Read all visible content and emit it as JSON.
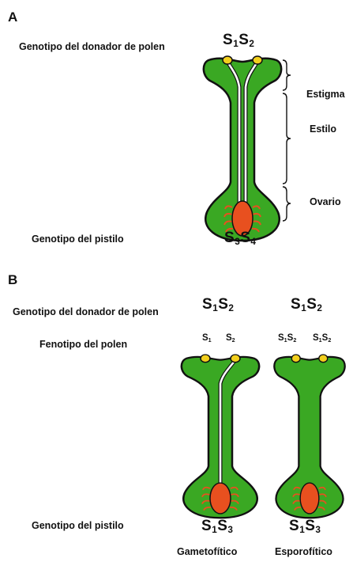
{
  "panel_a": {
    "letter": "A",
    "donor_label": "Genotipo del donador de polen",
    "donor_genotype": {
      "a": "S",
      "a_sub": "1",
      "b": "S",
      "b_sub": "2"
    },
    "pistil_label": "Genotipo del pistilo",
    "pistil_genotype": {
      "a": "S",
      "a_sub": "3",
      "b": "S",
      "b_sub": "4"
    },
    "regions": {
      "stigma": "Estigma",
      "style": "Estilo",
      "ovary": "Ovario"
    }
  },
  "panel_b": {
    "letter": "B",
    "donor_label": "Genotipo del donador de polen",
    "phenotype_label": "Fenotipo del polen",
    "pistil_label": "Genotipo del pistilo",
    "left": {
      "donor_genotype": {
        "a": "S",
        "a_sub": "1",
        "b": "S",
        "b_sub": "2"
      },
      "pollen": [
        {
          "a": "S",
          "a_sub": "1"
        },
        {
          "a": "S",
          "a_sub": "2"
        }
      ],
      "pistil_genotype": {
        "a": "S",
        "a_sub": "1",
        "b": "S",
        "b_sub": "3"
      },
      "caption": "Gametofítico"
    },
    "right": {
      "donor_genotype": {
        "a": "S",
        "a_sub": "1",
        "b": "S",
        "b_sub": "2"
      },
      "pollen": [
        {
          "a": "S",
          "a_sub": "1",
          "b": "S",
          "b_sub": "2"
        },
        {
          "a": "S",
          "a_sub": "1",
          "b": "S",
          "b_sub": "2"
        }
      ],
      "pistil_genotype": {
        "a": "S",
        "a_sub": "1",
        "b": "S",
        "b_sub": "3"
      },
      "caption": "Esporofítico"
    }
  },
  "colors": {
    "tissue": "#3aa823",
    "outline": "#111111",
    "pollen": "#f2cf1d",
    "ovule": "#e8501f",
    "tube": "#ffffff"
  }
}
